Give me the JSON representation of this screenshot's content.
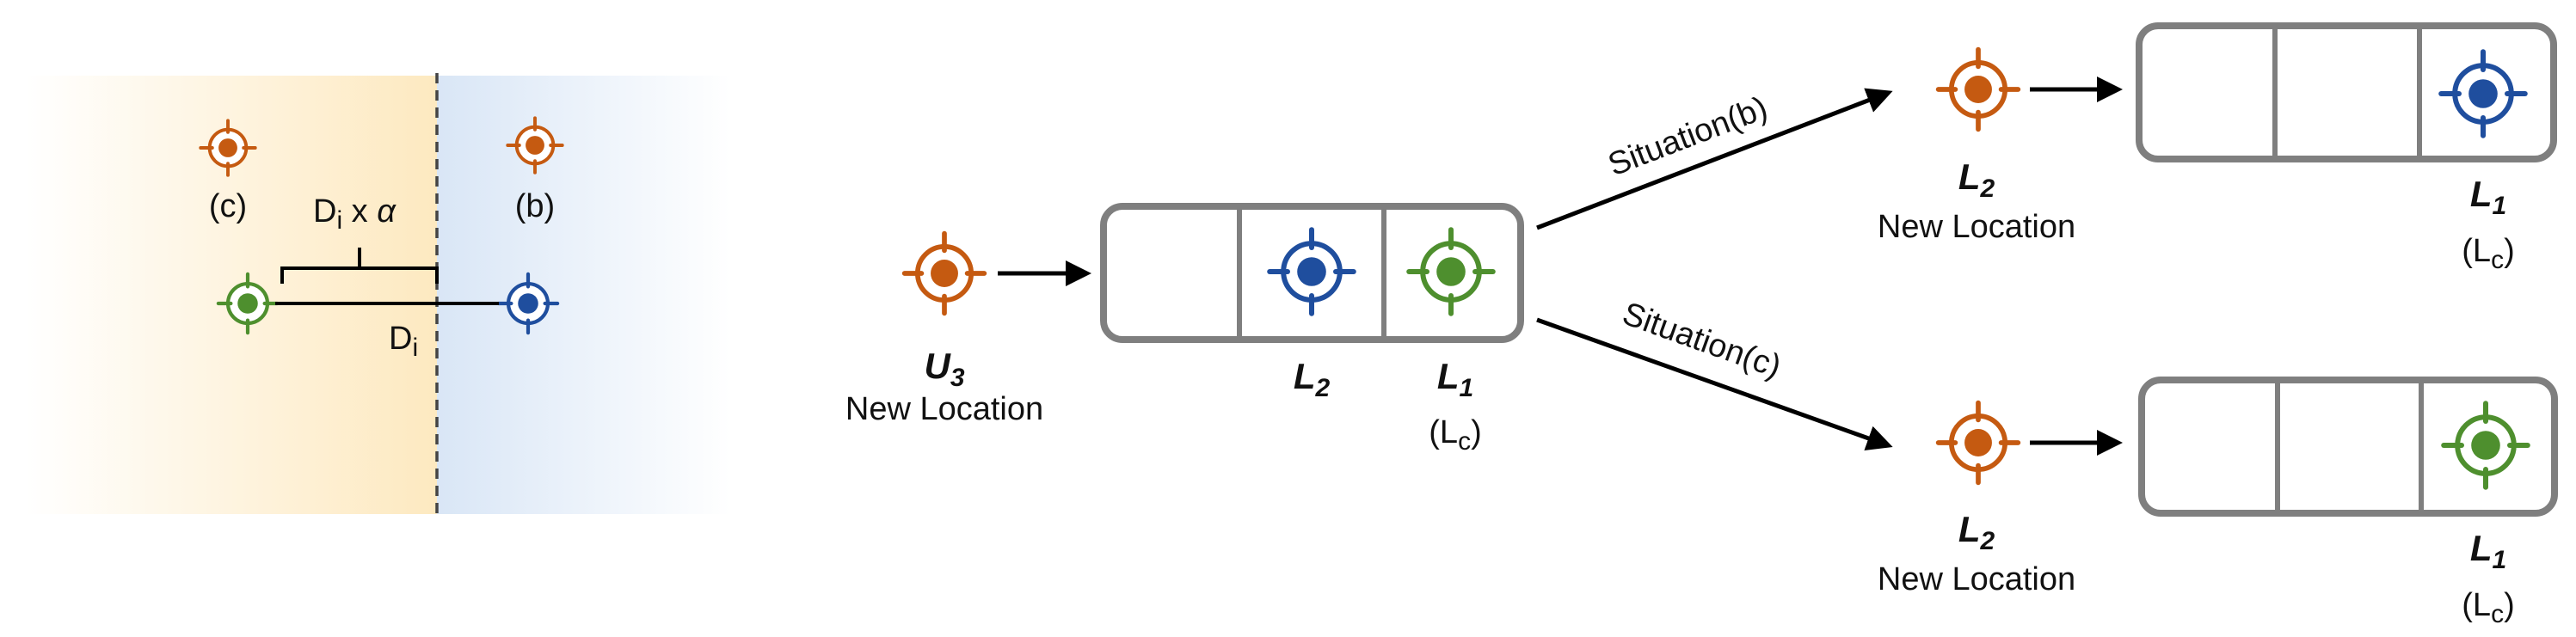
{
  "colors": {
    "orange": "#C55A11",
    "blue": "#1F4E9E",
    "green": "#4E8F2E",
    "box_border": "#7F7F7F",
    "arrow": "#000000",
    "region_left": "#FDEBC4",
    "region_right": "#DDE8F6"
  },
  "icons": [
    "location-target-icon"
  ],
  "left_panel": {
    "label_c": "(c)",
    "label_b": "(b)",
    "di_alpha": {
      "base": "D",
      "sub": "i",
      "rest": " x ",
      "greek": "α"
    },
    "di": {
      "base": "D",
      "sub": "i"
    }
  },
  "u3": {
    "base": "U",
    "sub": "3",
    "caption": "New Location"
  },
  "middle_queue": {
    "l2": {
      "base": "L",
      "sub": "2"
    },
    "l1": {
      "base": "L",
      "sub": "1"
    },
    "lc": {
      "open": "(L",
      "sub": "c",
      "close": ")"
    }
  },
  "situation_b": {
    "label": "Situation(b)"
  },
  "situation_c": {
    "label": "Situation(c)"
  },
  "top_branch": {
    "l2": {
      "base": "L",
      "sub": "2"
    },
    "caption": "New Location",
    "l1": {
      "base": "L",
      "sub": "1"
    },
    "lc": {
      "open": "(L",
      "sub": "c",
      "close": ")"
    }
  },
  "bottom_branch": {
    "l2": {
      "base": "L",
      "sub": "2"
    },
    "caption": "New Location",
    "l1": {
      "base": "L",
      "sub": "1"
    },
    "lc": {
      "open": "(L",
      "sub": "c",
      "close": ")"
    }
  }
}
